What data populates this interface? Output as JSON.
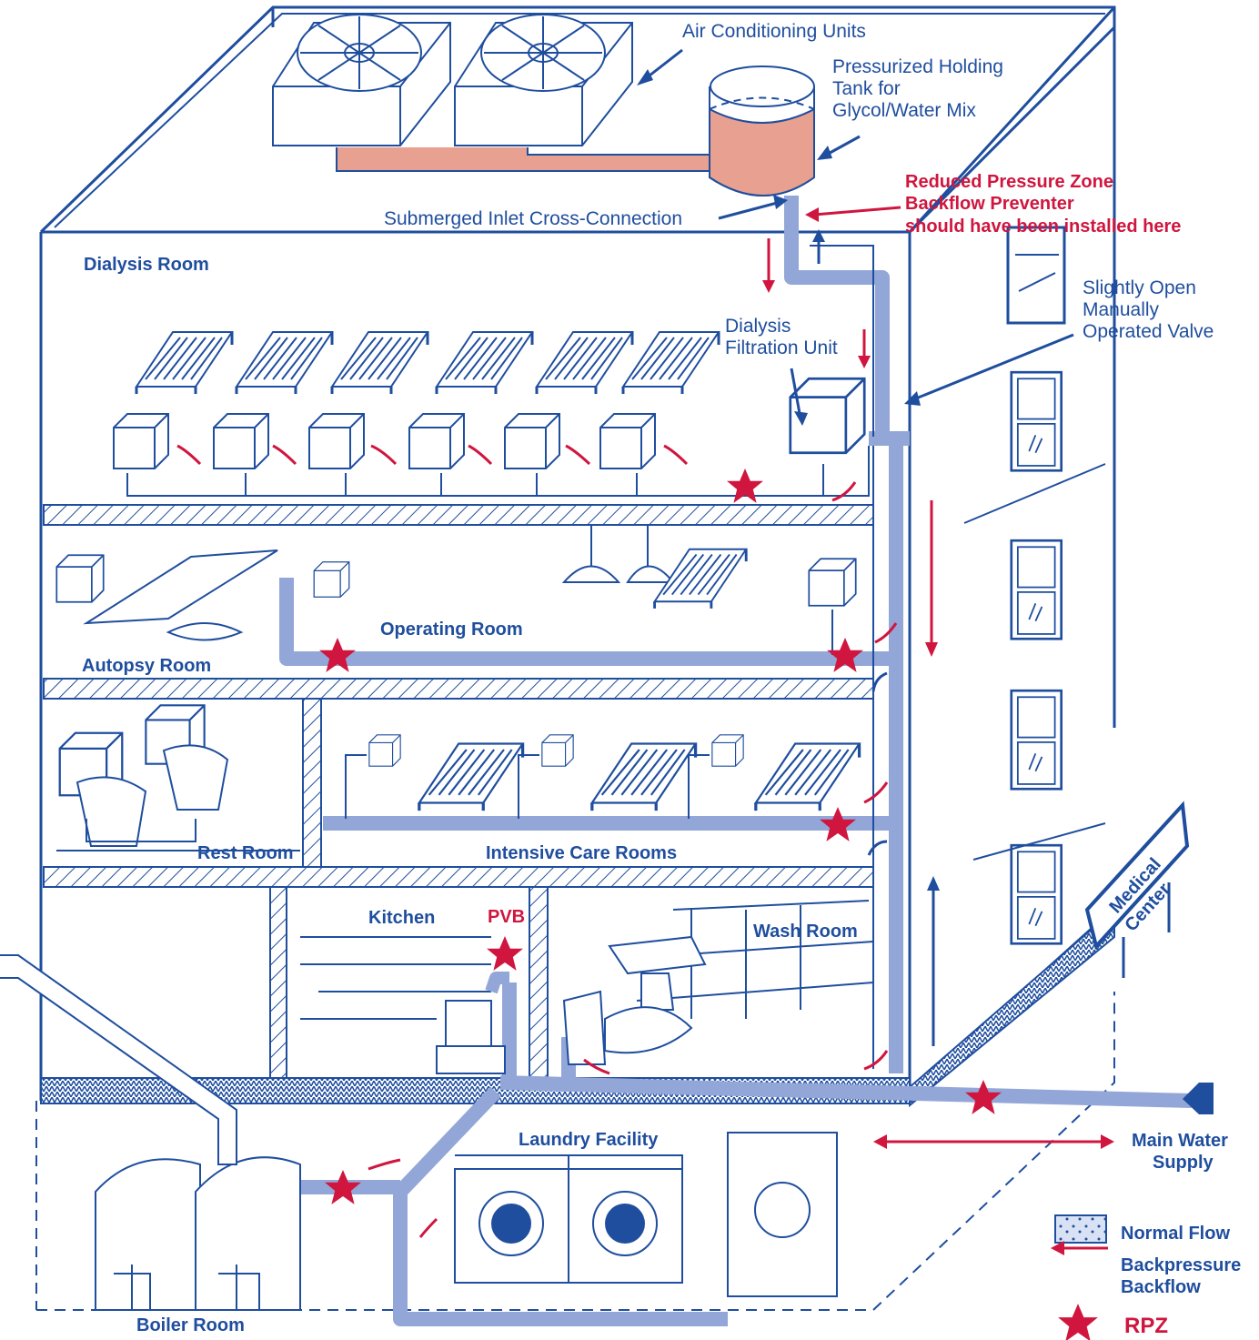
{
  "labels": {
    "air_conditioning": "Air Conditioning Units",
    "holding_tank": [
      "Pressurized Holding",
      "Tank for",
      "Glycol/Water Mix"
    ],
    "rpz_callout": [
      "Reduced Pressure Zone",
      "Backflow Preventer",
      "should have been installed here"
    ],
    "submerged_inlet": "Submerged Inlet Cross-Connection",
    "manual_valve": [
      "Slightly Open",
      "Manually",
      "Operated Valve"
    ],
    "filtration_unit": [
      "Dialysis",
      "Filtration Unit"
    ],
    "main_water": [
      "Main Water",
      "Supply"
    ],
    "sign": [
      "Medical",
      "Center"
    ],
    "pvb": "PVB"
  },
  "rooms": {
    "dialysis": "Dialysis Room",
    "operating": "Operating Room",
    "autopsy": "Autopsy Room",
    "rest": "Rest Room",
    "intensive": "Intensive Care Rooms",
    "kitchen": "Kitchen",
    "wash": "Wash Room",
    "laundry": "Laundry Facility",
    "boiler": "Boiler Room"
  },
  "legend": {
    "normal_flow": "Normal Flow",
    "backpressure": [
      "Backpressure",
      "Backflow"
    ],
    "rpz": "RPZ"
  },
  "colors": {
    "line": "#1f4e9e",
    "pipe": "#93a6d8",
    "glycol": "#e8a090",
    "backflow": "#d0163f"
  }
}
